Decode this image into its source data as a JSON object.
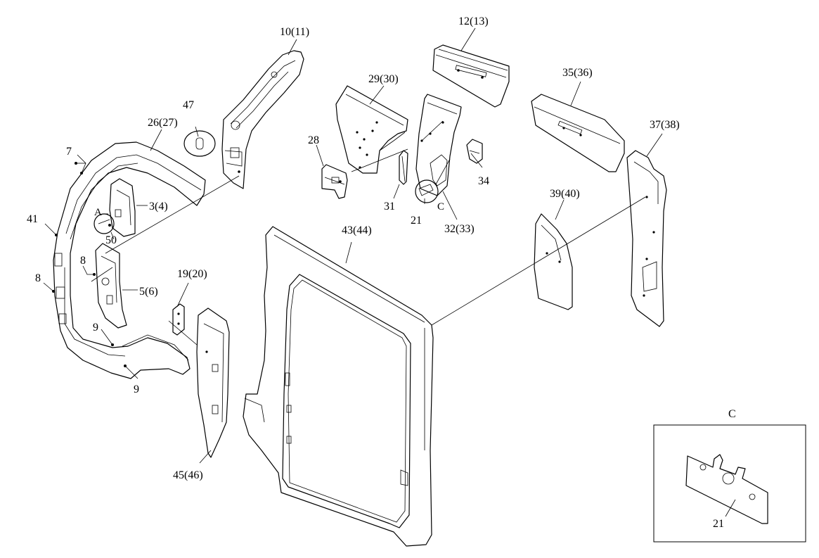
{
  "labels": {
    "p10": "10(11)",
    "p12": "12(13)",
    "p29": "29(30)",
    "p35": "35(36)",
    "p37": "37(38)",
    "p47": "47",
    "p26": "26(27)",
    "p7": "7",
    "p28": "28",
    "p34": "34",
    "p3": "3(4)",
    "pA": "A",
    "p41": "41",
    "p31": "31",
    "pC": "C",
    "p21": "21",
    "p32": "32(33)",
    "p39": "39(40)",
    "p50": "50",
    "p43": "43(44)",
    "p8a": "8",
    "p8b": "8",
    "p5": "5(6)",
    "p19": "19(20)",
    "p9a": "9",
    "p9b": "9",
    "p45": "45(46)"
  },
  "inset": {
    "title": "C",
    "part_label": "21"
  }
}
